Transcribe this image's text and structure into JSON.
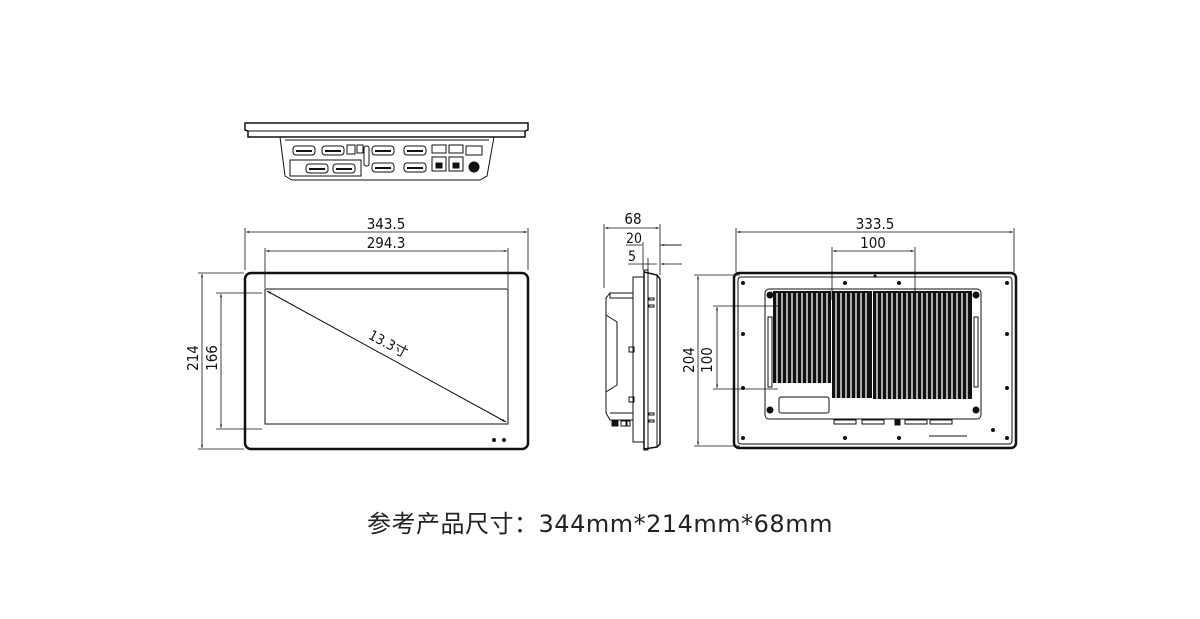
{
  "drawing": {
    "top_view": {
      "label": "top-view-io-ports"
    },
    "front_view": {
      "width_outer": "343.5",
      "width_display": "294.3",
      "height_outer": "214",
      "height_display": "166",
      "diagonal": "13.3寸"
    },
    "side_view": {
      "depth_total": "68",
      "depth_20": "20",
      "depth_5": "5"
    },
    "rear_view": {
      "width": "333.5",
      "vesa_horizontal": "100",
      "height": "204",
      "vesa_vertical": "100"
    }
  },
  "caption": {
    "text": "参考产品尺寸：344mm*214mm*68mm"
  },
  "colors": {
    "line": "#111111",
    "background": "#ffffff"
  }
}
